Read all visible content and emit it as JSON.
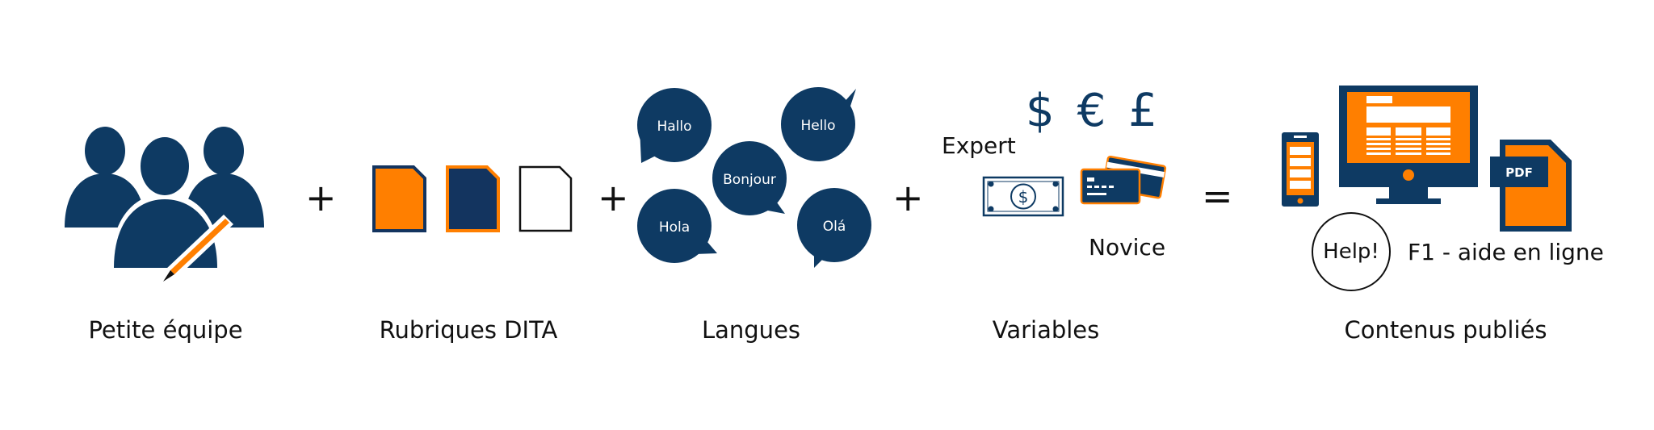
{
  "colors": {
    "navy": "#0e3a63",
    "orange": "#ff7f00",
    "dark_navy": "#13345f",
    "white": "#ffffff",
    "black": "#111111"
  },
  "captions": {
    "team": "Petite équipe",
    "topics": "Rubriques DITA",
    "languages": "Langues",
    "variables": "Variables",
    "published": "Contenus publiés"
  },
  "operators": {
    "plus": "+",
    "equals": "="
  },
  "bubbles": {
    "hallo": "Hallo",
    "hello": "Hello",
    "bonjour": "Bonjour",
    "hola": "Hola",
    "ola": "Olá"
  },
  "currencies": {
    "dollar": "$",
    "euro": "€",
    "pound": "£"
  },
  "variables": {
    "expert": "Expert",
    "novice": "Novice",
    "bill_symbol": "$"
  },
  "published": {
    "pdf": "PDF",
    "help": "Help!",
    "f1": "F1 - aide en ligne"
  },
  "icons": [
    "team-icon",
    "pencil-icon",
    "topic-orange-icon",
    "topic-navy-icon",
    "topic-blank-icon",
    "banknote-icon",
    "credit-cards-icon",
    "phone-icon",
    "monitor-icon",
    "pdf-icon"
  ]
}
